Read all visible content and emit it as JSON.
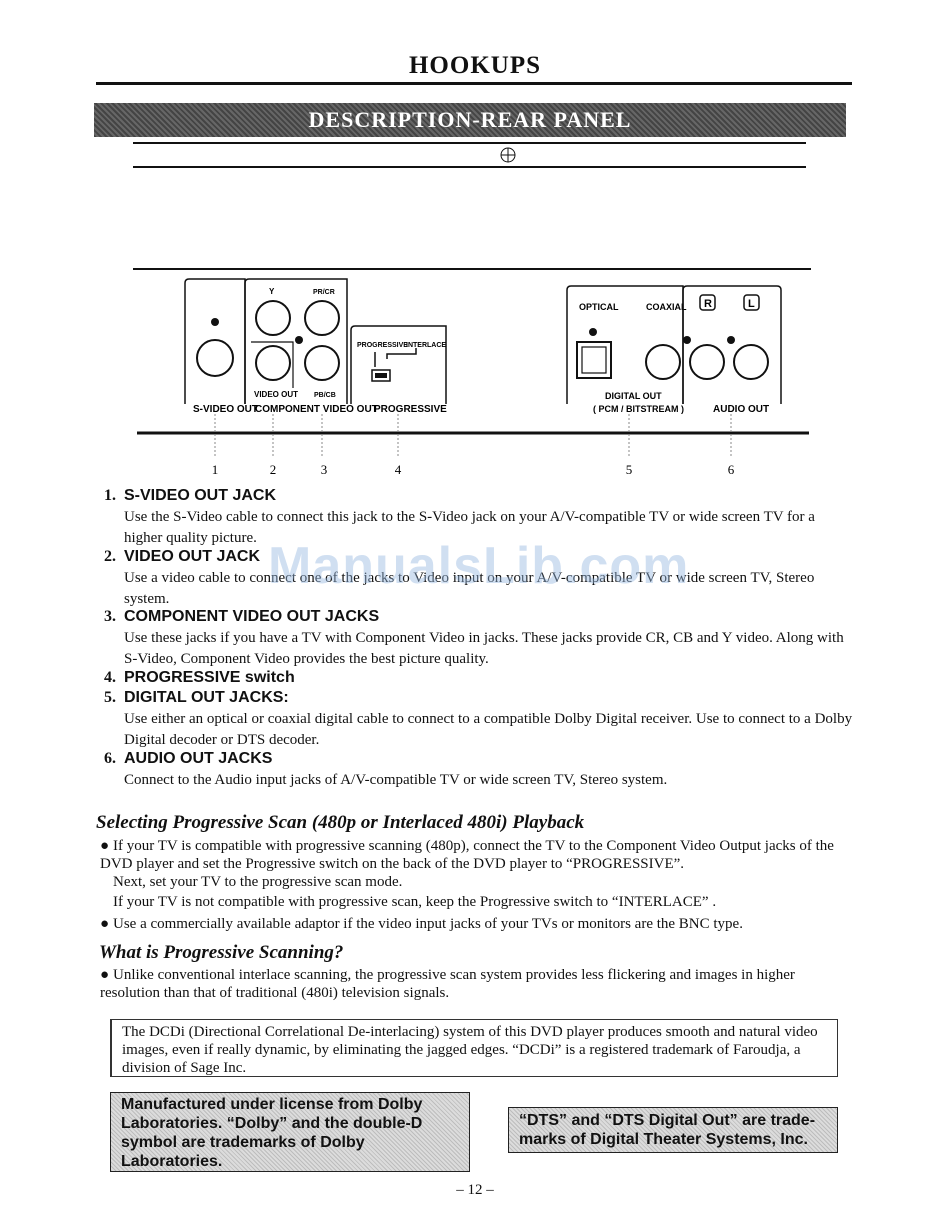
{
  "header": {
    "title": "HOOKUPS"
  },
  "banner": {
    "title": "DESCRIPTION-REAR PANEL"
  },
  "diagram": {
    "svideo_label": "S-VIDEO OUT",
    "y_label": "Y",
    "pr_label": "PR/CR",
    "pb_label": "PB/CB",
    "video_out_label": "VIDEO OUT",
    "component_label": "COMPONENT VIDEO OUT",
    "progressive_label": "PROGRESSIVE",
    "interlace_label": "INTERLACE",
    "progressive_group_label": "PROGRESSIVE",
    "optical_label": "OPTICAL",
    "coaxial_label": "COAXIAL",
    "r_label": "R",
    "l_label": "L",
    "digital_out_label": "DIGITAL OUT",
    "pcm_label": "( PCM / BITSTREAM )",
    "audio_out_label": "AUDIO OUT",
    "callouts": [
      "1",
      "2",
      "3",
      "4",
      "5",
      "6"
    ]
  },
  "items": [
    {
      "num": "1.",
      "title": "S-VIDEO OUT JACK",
      "body": "Use the S-Video cable to connect this jack to the S-Video jack on your A/V-compatible TV or wide screen TV for a higher quality picture."
    },
    {
      "num": "2.",
      "title": "VIDEO OUT JACK",
      "body": "Use a video cable to connect one of the jacks to Video input on your A/V-compatible TV or wide screen TV, Stereo system."
    },
    {
      "num": "3.",
      "title": "COMPONENT VIDEO OUT JACKS",
      "body": "Use these jacks if you have a TV with Component Video in jacks. These jacks provide CR, CB and Y video. Along with S-Video, Component Video provides the best picture quality."
    },
    {
      "num": "4.",
      "title": "PROGRESSIVE switch",
      "body": ""
    },
    {
      "num": "5.",
      "title": "DIGITAL OUT JACKS:",
      "body": "Use either an optical or coaxial digital cable to connect to a compatible Dolby Digital receiver. Use to connect to a Dolby Digital decoder or DTS decoder."
    },
    {
      "num": "6.",
      "title": "AUDIO OUT JACKS",
      "body": "Connect to the Audio input jacks of A/V-compatible TV or wide screen TV, Stereo system."
    }
  ],
  "section_progressive": {
    "heading": "Selecting Progressive Scan (480p or Interlaced 480i) Playback",
    "bullet1": "If your TV is compatible with progressive scanning (480p), connect the TV to the Component Video Output jacks of the DVD player and set the Progressive switch on the back of the DVD player to “PROGRESSIVE”.",
    "bullet1_cont": "Next, set your TV to the progressive scan mode.",
    "bullet1_cont2": "If your TV is not compatible with progressive scan, keep the Progressive switch to “INTERLACE” .",
    "bullet2": "Use a commercially available adaptor if the video input jacks of your TVs or monitors are the BNC type."
  },
  "section_what": {
    "heading": "What is Progressive Scanning?",
    "bullet1": "Unlike conventional interlace scanning, the progressive scan system provides less flickering and images in higher resolution than that of traditional (480i) television signals."
  },
  "dcdi_note": "The DCDi (Directional Correlational De-interlacing) system of this DVD player produces smooth and natural video images, even if really dynamic, by eliminating the jagged edges. “DCDi” is a registered trademark of Faroudja, a division of Sage Inc.",
  "trademarks": {
    "dolby": "Manufactured under license from Dolby Laboratories. “Dolby” and the double-D symbol are trademarks of Dolby Laboratories.",
    "dts": "“DTS” and “DTS Digital Out” are trade-marks of Digital Theater Systems, Inc."
  },
  "page_number": "– 12 –",
  "watermark": "ManualsLib.com"
}
